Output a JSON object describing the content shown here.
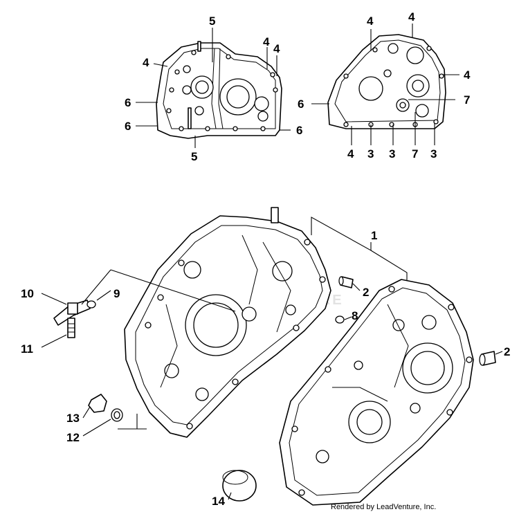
{
  "callouts": {
    "c1": "1",
    "c2a": "2",
    "c2b": "2",
    "c3a": "3",
    "c3b": "3",
    "c3c": "3",
    "c4a": "4",
    "c4b": "4",
    "c4c": "4",
    "c4d": "4",
    "c4e": "4",
    "c4f": "4",
    "c4g": "4",
    "c5a": "5",
    "c5b": "5",
    "c6a": "6",
    "c6b": "6",
    "c6c": "6",
    "c6d": "6",
    "c7a": "7",
    "c7b": "7",
    "c8": "8",
    "c9": "9",
    "c10": "10",
    "c11": "11",
    "c12": "12",
    "c13": "13",
    "c14": "14"
  },
  "credit": "Rendered by LeadVenture, Inc.",
  "watermark": "VENTURE"
}
